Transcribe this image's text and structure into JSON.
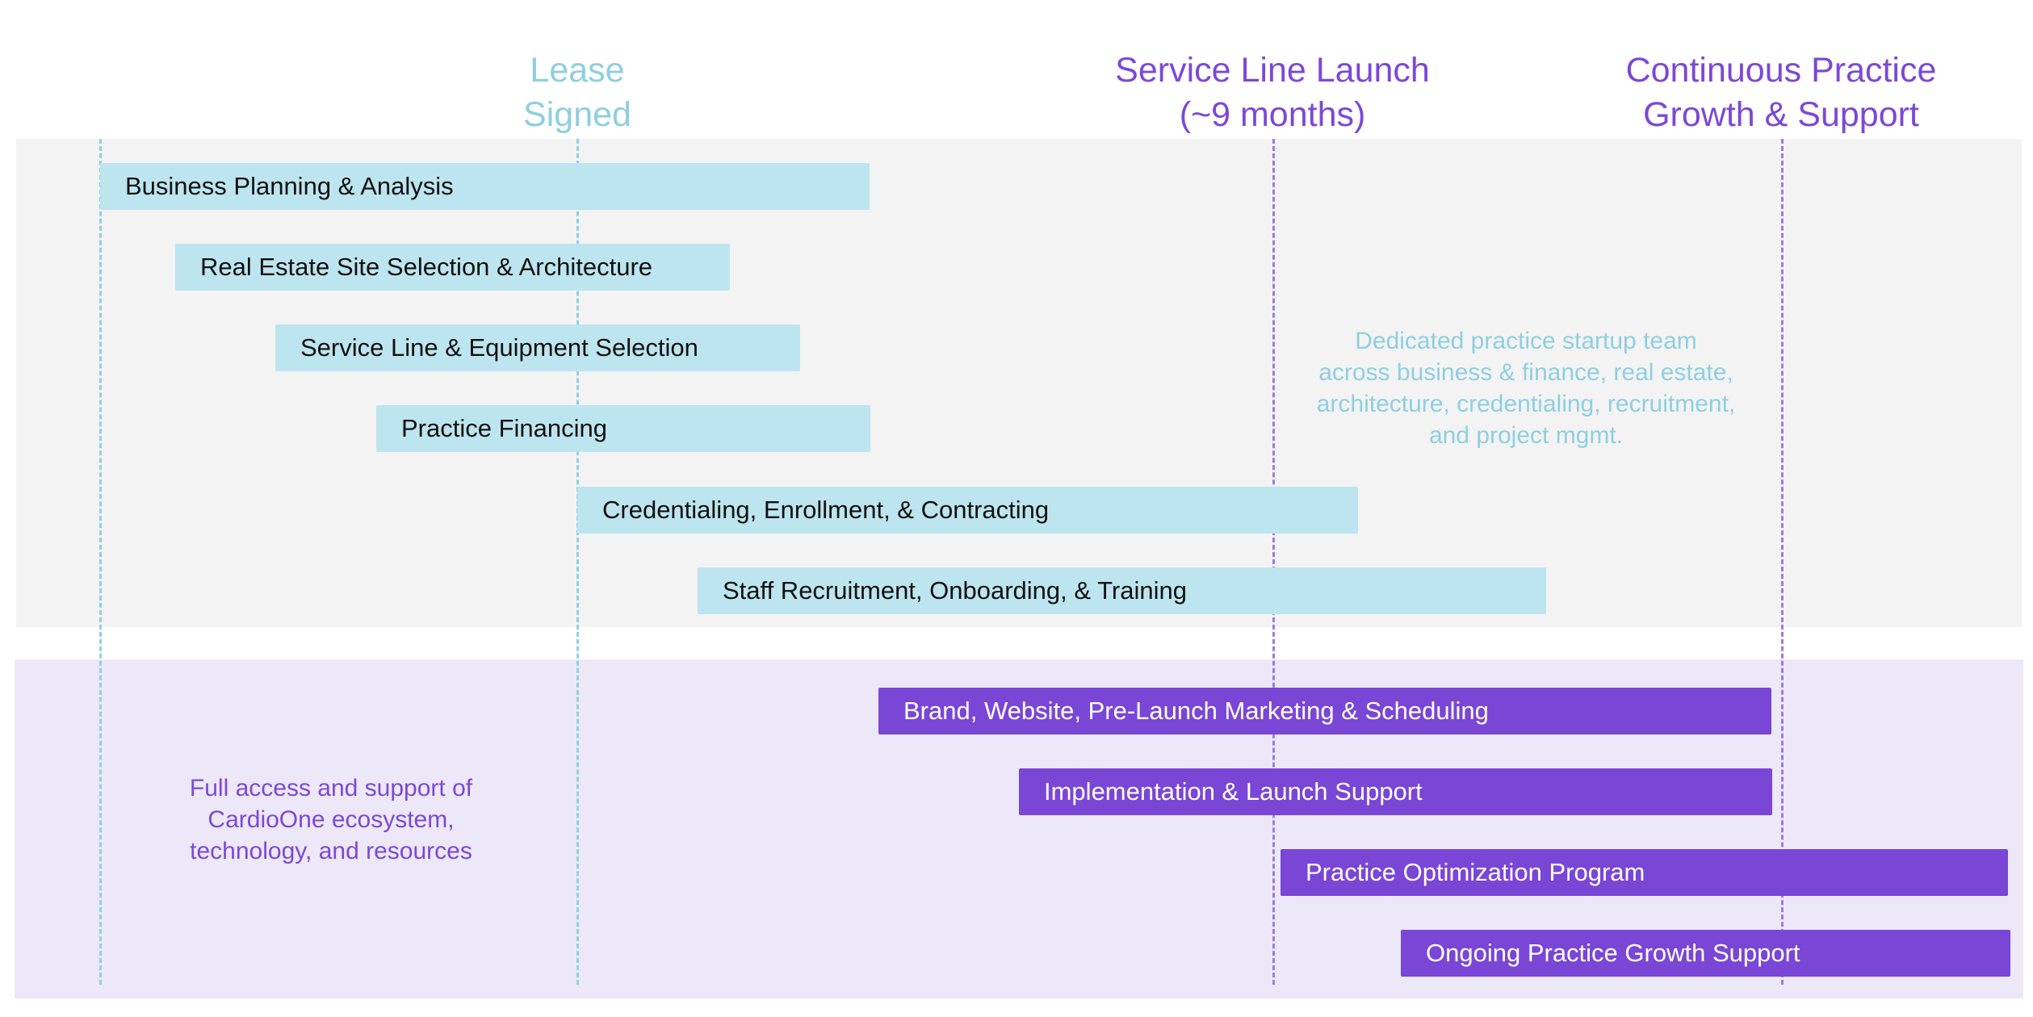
{
  "colors": {
    "light_bar": "#bde5ef",
    "purple_bar": "#7a46d6",
    "light_text": "#8ecfe0",
    "purple_text": "#7c48d8",
    "top_panel": "#f3f3f3",
    "bottom_panel": "#ece8f7"
  },
  "milestones": {
    "lease_signed": "Lease\nSigned",
    "service_line_launch": "Service Line Launch\n(~9 months)",
    "continuous_growth": "Continuous Practice\nGrowth & Support"
  },
  "top_bars": [
    "Business Planning & Analysis",
    "Real Estate Site Selection & Architecture",
    "Service Line & Equipment Selection",
    "Practice Financing",
    "Credentialing, Enrollment, & Contracting",
    "Staff Recruitment, Onboarding, & Training"
  ],
  "bottom_bars": [
    "Brand, Website, Pre-Launch Marketing & Scheduling",
    "Implementation & Launch Support",
    "Practice Optimization Program",
    "Ongoing Practice Growth Support"
  ],
  "notes": {
    "startup_team": "Dedicated practice startup team\nacross business & finance, real estate,\narchitecture, credentialing, recruitment,\nand project mgmt.",
    "ecosystem": "Full access and support of\nCardioOne ecosystem,\ntechnology, and resources"
  }
}
